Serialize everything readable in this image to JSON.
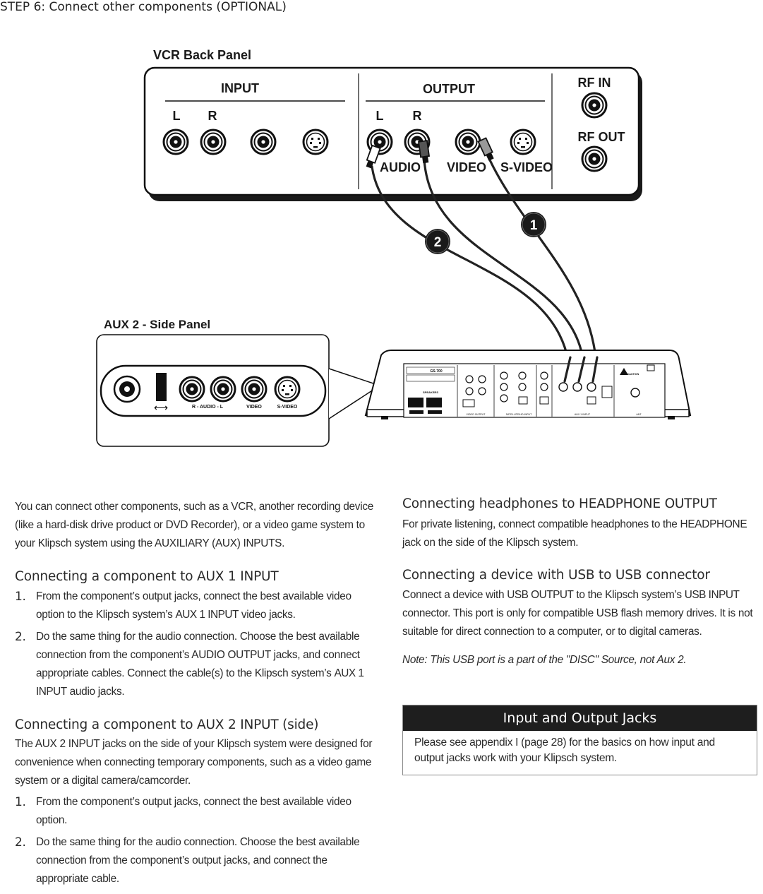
{
  "step_title": "STEP 6: Connect other components (OPTIONAL)",
  "vcr_panel": {
    "title": "VCR Back Panel",
    "input_label": "INPUT",
    "output_label": "OUTPUT",
    "l_label": "L",
    "r_label": "R",
    "audio_label": "AUDIO",
    "video_label": "VIDEO",
    "svideo_label": "S-VIDEO",
    "rf_in_label": "RF IN",
    "rf_out_label": "RF OUT"
  },
  "cables": {
    "badge_1": "1",
    "badge_2": "2"
  },
  "aux_panel": {
    "title": "AUX 2 - Side Panel",
    "audio_label": "R  -  AUDIO  -  L",
    "video_label": "VIDEO",
    "svideo_label": "S-VIDEO"
  },
  "receiver": {
    "model": "GS-700",
    "speakers_label": "SPEAKERS",
    "section_labels": [
      "VIDEO OUTPUT",
      "SATELLITE/HD INPUT",
      "AUX 1 INPUT",
      "ANT"
    ],
    "caution_label": "CAUTION"
  },
  "left_column": {
    "intro": "You can connect other components, such as a VCR, another recording device (like a hard-disk drive product or DVD Recorder), or a video game system to your Klipsch system using the AUXILIARY (AUX) INPUTS.",
    "aux1": {
      "heading": "Connecting a component to AUX 1 INPUT",
      "steps": [
        {
          "num": "1.",
          "before": "From the component’s output jacks, connect the best available video option to the Klipsch system’s ",
          "emph": "AUX 1 INPUT",
          "after": " video jacks."
        },
        {
          "num": "2.",
          "before": "Do the same thing for the audio connection. Choose the best available connection from the component’s AUDIO OUTPUT jacks, and connect appropriate cables. Connect the cable(s) to the Klipsch system’s ",
          "emph": "AUX 1 INPUT",
          "after": " audio jacks."
        }
      ]
    },
    "aux2": {
      "heading": "Connecting a component to AUX 2 INPUT (side)",
      "intro": "The AUX 2 INPUT jacks on the side of your Klipsch system were designed for convenience when connecting temporary components, such as a video game system or a digital camera/camcorder.",
      "steps": [
        {
          "num": "1.",
          "before": "From the component’s ",
          "emph": "output",
          "after": " jacks, connect the best available video option."
        },
        {
          "num": "2.",
          "before": "Do the same thing for the audio connection. Choose the best available connection from the component’s ",
          "emph": "output",
          "after": " jacks, and connect the appropriate cable."
        }
      ]
    }
  },
  "right_column": {
    "headphones": {
      "heading": "Connecting headphones to HEADPHONE OUTPUT",
      "before": "For private listening, connect compatible headphones to the ",
      "emph": "HEADPHONE",
      "after": " jack on the side of the Klipsch system."
    },
    "usb": {
      "heading": "Connecting a device with USB to USB connector",
      "text_1": "Connect a device with ",
      "emph_1": "USB OUTPUT",
      "text_2": " to the Klipsch system’s ",
      "emph_2": "USB INPUT",
      "text_3": " connector. This port is only for compatible USB flash memory drives. It is not suitable for direct connection to a computer, or to digital cameras."
    },
    "note": "Note: This USB port is a part of the \"DISC\" Source, not Aux 2.",
    "callout": {
      "title": "Input and Output Jacks",
      "body": "Please see appendix I (page 28) for the basics on how input and output jacks work with your Klipsch system."
    }
  },
  "colors": {
    "text": "#1a1a1a",
    "callout_header": "#1e1e1e",
    "panel_shadow": "#1a1a1a",
    "cable": "#222222"
  }
}
